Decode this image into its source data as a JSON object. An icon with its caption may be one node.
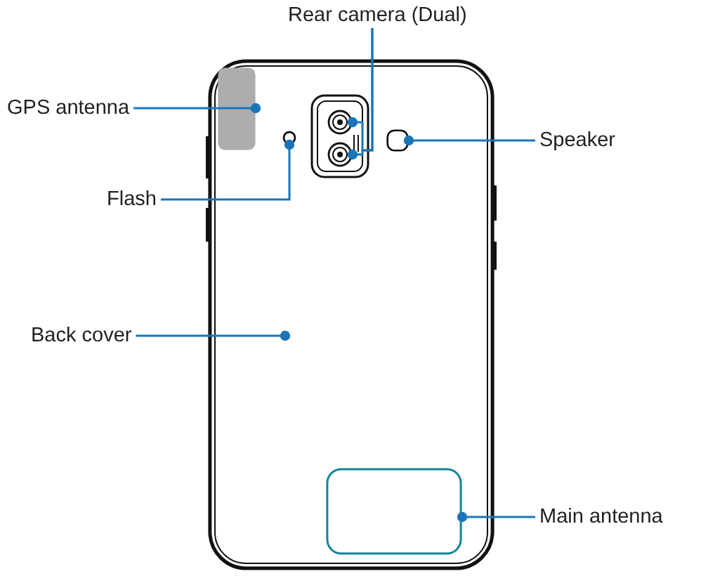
{
  "diagram": {
    "nodes": [
      {
        "text": [
          "Rear camera (Dual)"
        ]
      },
      {
        "text": [
          "GPS antenna"
        ]
      },
      {
        "text": [
          "Speaker"
        ]
      },
      {
        "text": [
          "Flash"
        ]
      },
      {
        "text": [
          "Back cover"
        ]
      },
      {
        "text": [
          "Main antenna"
        ]
      },
      {
        "text": [],
        "shape": "box"
      },
      {
        "text": [],
        "shape": "box",
        "in": 6
      },
      {
        "text": [],
        "shape": "circle",
        "in": 6
      },
      {
        "text": [],
        "shape": "circle",
        "in": 6
      },
      {
        "text": [],
        "shape": "box",
        "in": 6
      },
      {
        "text": [],
        "shape": "circle",
        "in": 6
      },
      {
        "text": [],
        "shape": "box",
        "in": 6
      }
    ],
    "edges": [
      {
        "from": 0,
        "to": 8,
        "arrow": "other"
      },
      {
        "from": 0,
        "to": 9,
        "arrow": "other"
      },
      {
        "from": 1,
        "to": 7,
        "arrow": "other"
      },
      {
        "from": 2,
        "to": 10,
        "arrow": "other"
      },
      {
        "from": 3,
        "to": 11,
        "arrow": "other"
      },
      {
        "from": 4,
        "to": 6,
        "arrow": "other"
      },
      {
        "from": 5,
        "to": 12,
        "arrow": "other"
      }
    ]
  }
}
